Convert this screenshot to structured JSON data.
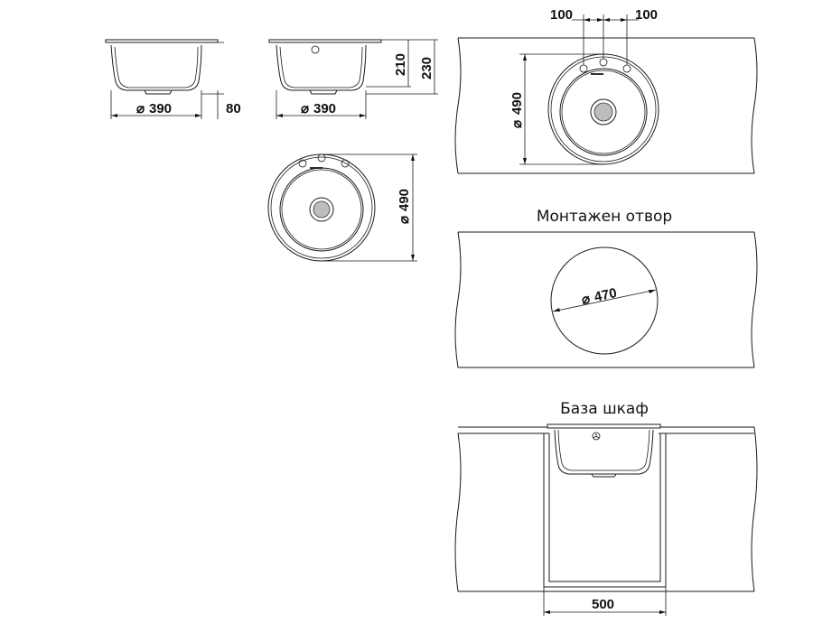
{
  "view_side_1": {
    "diameter_label": "390",
    "depth_label": "80"
  },
  "view_side_2": {
    "diameter_label": "390",
    "depth_inner_label": "210",
    "depth_total_label": "230"
  },
  "view_top": {
    "diameter_label": "490"
  },
  "view_countertop": {
    "spacing_left_label": "100",
    "spacing_right_label": "100",
    "diameter_label": "490"
  },
  "mounting_hole": {
    "title": "Монтажен отвор",
    "diameter_label": "470"
  },
  "base_cabinet": {
    "title": "База шкаф",
    "width_label": "500"
  },
  "diameter_symbol": "⌀"
}
